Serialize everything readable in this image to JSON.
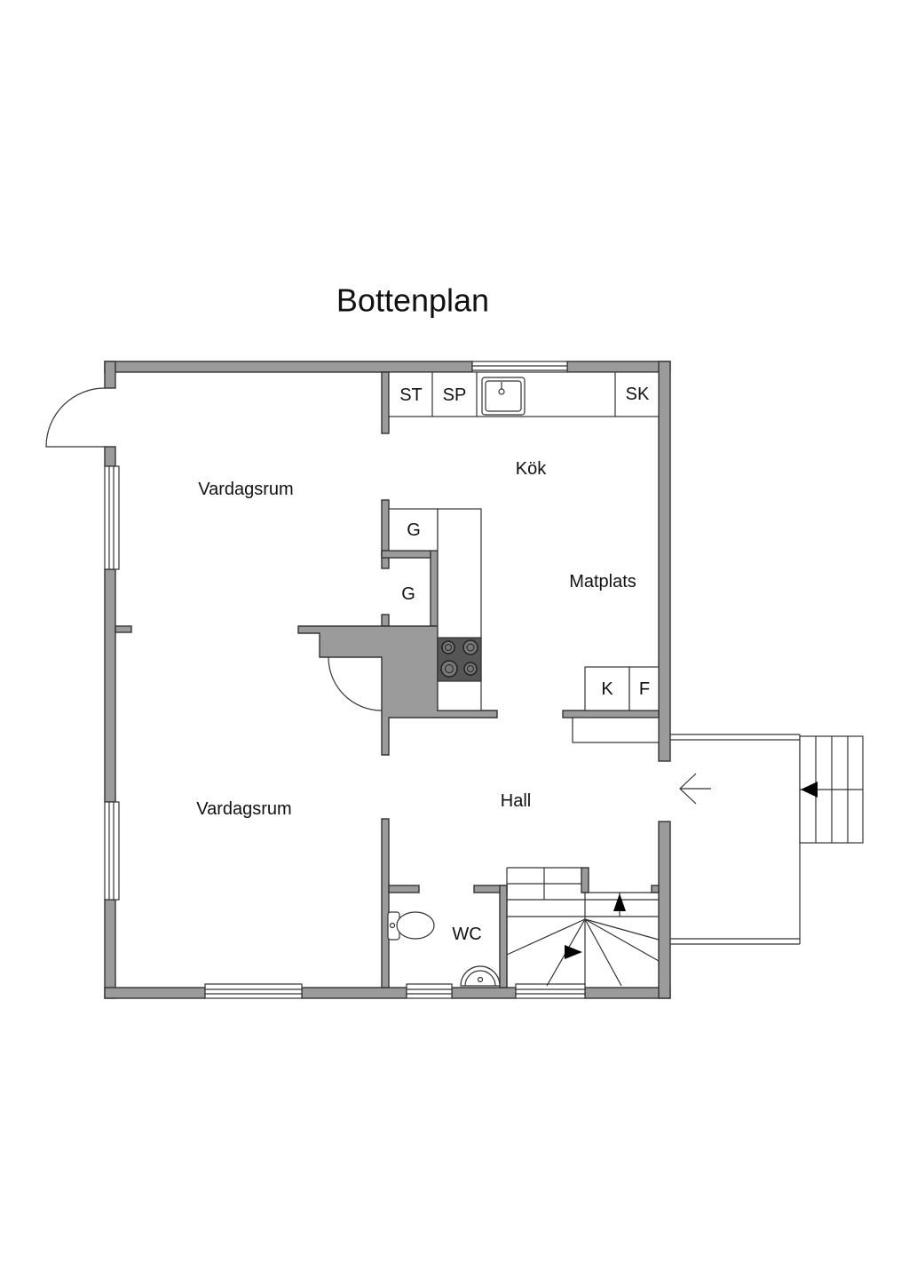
{
  "title": "Bottenplan",
  "rooms": {
    "living_upper": "Vardagsrum",
    "kitchen": "Kök",
    "dining": "Matplats",
    "living_lower": "Vardagsrum",
    "hall": "Hall",
    "wc": "WC"
  },
  "fixtures": {
    "counter_left": "ST",
    "counter_middle": "SP",
    "counter_right": "SK",
    "closet_upper": "G",
    "closet_lower": "G",
    "appliance_left": "K",
    "appliance_right": "F"
  },
  "colors": {
    "wall_fill": "#9b9b9b",
    "outline": "#333333",
    "stove": "#555555"
  }
}
